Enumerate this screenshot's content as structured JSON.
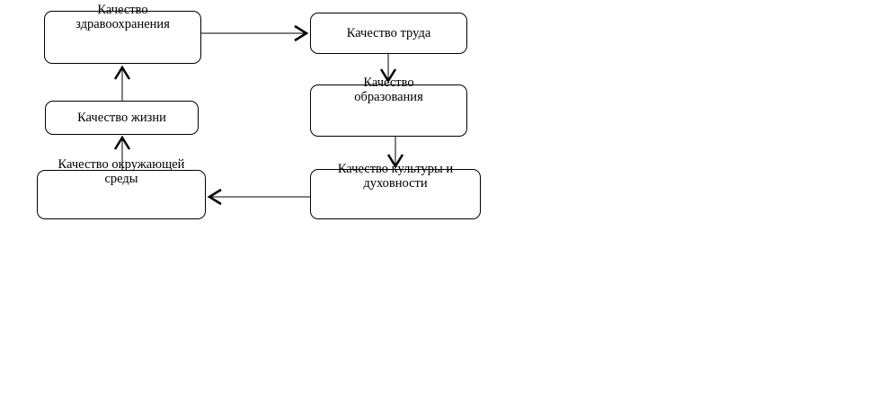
{
  "diagram": {
    "colors": {
      "stroke": "#000000",
      "fill": "#ffffff",
      "text": "#000000"
    },
    "nodes": {
      "healthcare": {
        "label": "Качество\nздравоохранения"
      },
      "labor": {
        "label": "Качество труда"
      },
      "education": {
        "label": "Качество\nобразования"
      },
      "culture": {
        "label": "Качество культуры и\nдуховности"
      },
      "environment": {
        "label": "Качество окружающей\nсреды"
      },
      "life": {
        "label": "Качество жизни"
      }
    },
    "edges": [
      {
        "from": "healthcare",
        "to": "labor"
      },
      {
        "from": "labor",
        "to": "education"
      },
      {
        "from": "education",
        "to": "culture"
      },
      {
        "from": "culture",
        "to": "environment"
      },
      {
        "from": "environment",
        "to": "life"
      },
      {
        "from": "life",
        "to": "healthcare"
      }
    ]
  }
}
